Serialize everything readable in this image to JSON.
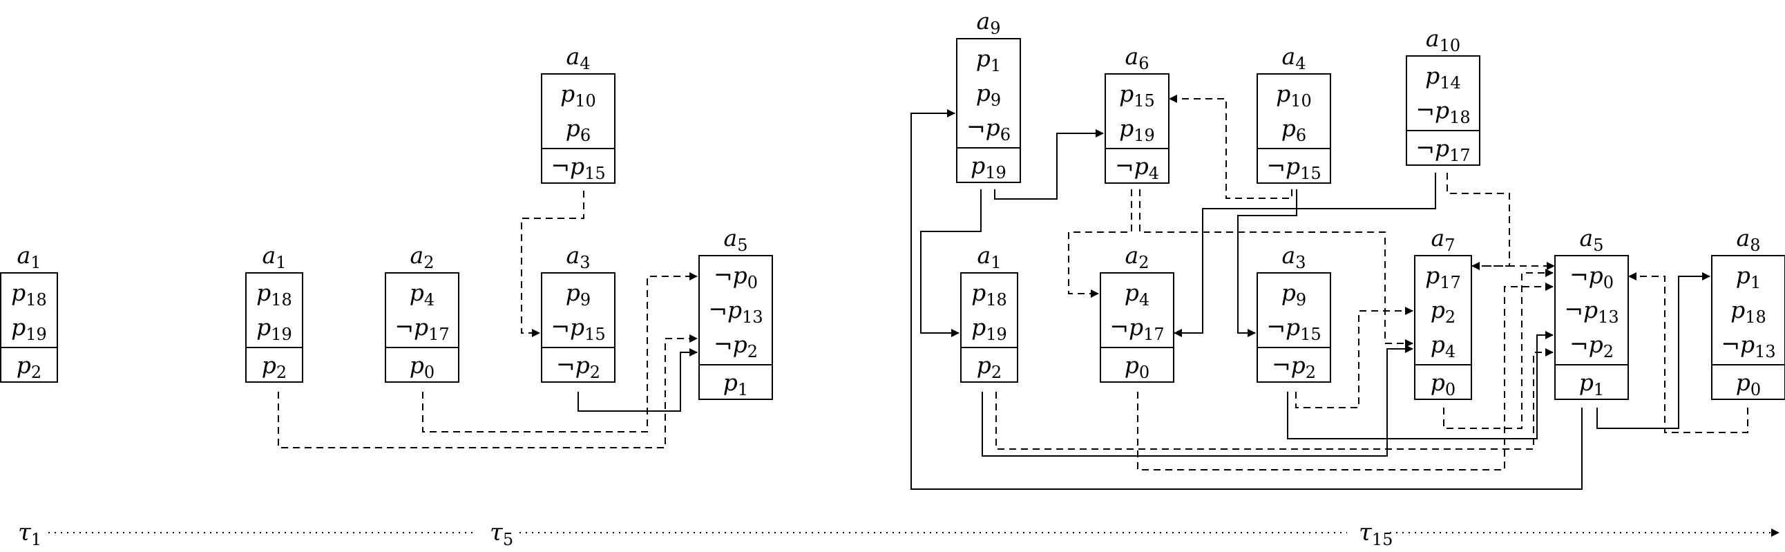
{
  "timeline": {
    "labels": [
      "τ_1",
      "τ_5",
      "τ_15"
    ]
  },
  "nodes": [
    {
      "id": "s1_a1",
      "label": "a_1",
      "pre": [
        "p_18",
        "p_19"
      ],
      "post": [
        "p_2"
      ]
    },
    {
      "id": "s2_a1",
      "label": "a_1",
      "pre": [
        "p_18",
        "p_19"
      ],
      "post": [
        "p_2"
      ]
    },
    {
      "id": "s2_a2",
      "label": "a_2",
      "pre": [
        "p_4",
        "¬p_17"
      ],
      "post": [
        "p_0"
      ]
    },
    {
      "id": "s2_a4",
      "label": "a_4",
      "pre": [
        "p_10",
        "p_6"
      ],
      "post": [
        "¬p_15"
      ]
    },
    {
      "id": "s2_a3",
      "label": "a_3",
      "pre": [
        "p_9",
        "¬p_15"
      ],
      "post": [
        "¬p_2"
      ]
    },
    {
      "id": "s2_a5",
      "label": "a_5",
      "pre": [
        "¬p_0",
        "¬p_13",
        "¬p_2"
      ],
      "post": [
        "p_1"
      ]
    },
    {
      "id": "s3_a9",
      "label": "a_9",
      "pre": [
        "p_1",
        "p_9",
        "¬p_6"
      ],
      "post": [
        "p_19"
      ]
    },
    {
      "id": "s3_a6",
      "label": "a_6",
      "pre": [
        "p_15",
        "p_19"
      ],
      "post": [
        "¬p_4"
      ]
    },
    {
      "id": "s3_a4",
      "label": "a_4",
      "pre": [
        "p_10",
        "p_6"
      ],
      "post": [
        "¬p_15"
      ]
    },
    {
      "id": "s3_a10",
      "label": "a_10",
      "pre": [
        "p_14",
        "¬p_18"
      ],
      "post": [
        "¬p_17"
      ]
    },
    {
      "id": "s3_a1",
      "label": "a_1",
      "pre": [
        "p_18",
        "p_19"
      ],
      "post": [
        "p_2"
      ]
    },
    {
      "id": "s3_a2",
      "label": "a_2",
      "pre": [
        "p_4",
        "¬p_17"
      ],
      "post": [
        "p_0"
      ]
    },
    {
      "id": "s3_a3",
      "label": "a_3",
      "pre": [
        "p_9",
        "¬p_15"
      ],
      "post": [
        "¬p_2"
      ]
    },
    {
      "id": "s3_a7",
      "label": "a_7",
      "pre": [
        "p_17",
        "p_2",
        "p_4"
      ],
      "post": [
        "p_0"
      ]
    },
    {
      "id": "s3_a5",
      "label": "a_5",
      "pre": [
        "¬p_0",
        "¬p_13",
        "¬p_2"
      ],
      "post": [
        "p_1"
      ]
    },
    {
      "id": "s3_a8",
      "label": "a_8",
      "pre": [
        "p_1",
        "p_18",
        "¬p_13"
      ],
      "post": [
        "p_0"
      ]
    }
  ]
}
